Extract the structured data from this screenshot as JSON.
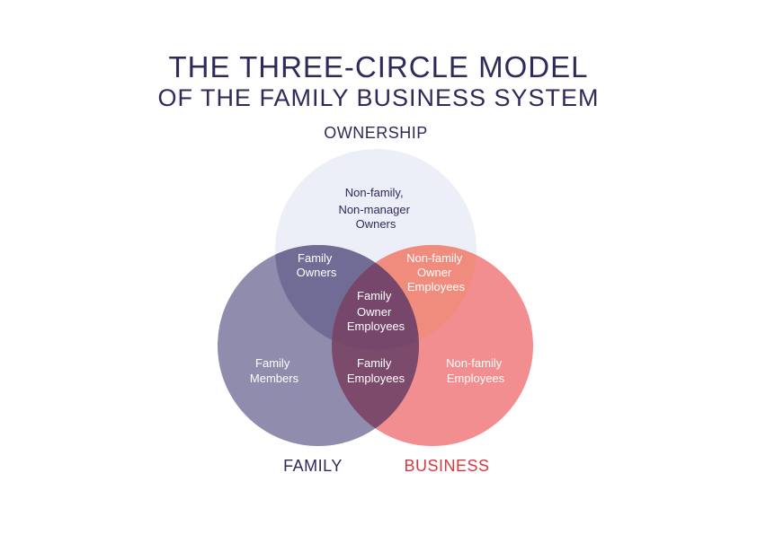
{
  "title": {
    "line1": "THE THREE-CIRCLE MODEL",
    "line2": "OF THE FAMILY BUSINESS SYSTEM"
  },
  "circles": {
    "ownership": {
      "label": "OWNERSHIP",
      "color": "#edeff8",
      "label_color": "#2e2a5a"
    },
    "family": {
      "label": "FAMILY",
      "color": "#7b78a0",
      "label_color": "#2e2a5a"
    },
    "business": {
      "label": "BUSINESS",
      "color": "#f07a7c",
      "label_color": "#d9383f"
    }
  },
  "regions": {
    "ownership_only": [
      "Non-family,",
      "Non-manager",
      "Owners"
    ],
    "family_ownership": [
      "Family",
      "Owners"
    ],
    "ownership_business": [
      "Non-family",
      "Owner",
      "Employees"
    ],
    "center": [
      "Family",
      "Owner",
      "Employees"
    ],
    "family_only": [
      "Family",
      "Members"
    ],
    "family_business": [
      "Family",
      "Employees"
    ],
    "business_only": [
      "Non-family",
      "Employees"
    ]
  }
}
